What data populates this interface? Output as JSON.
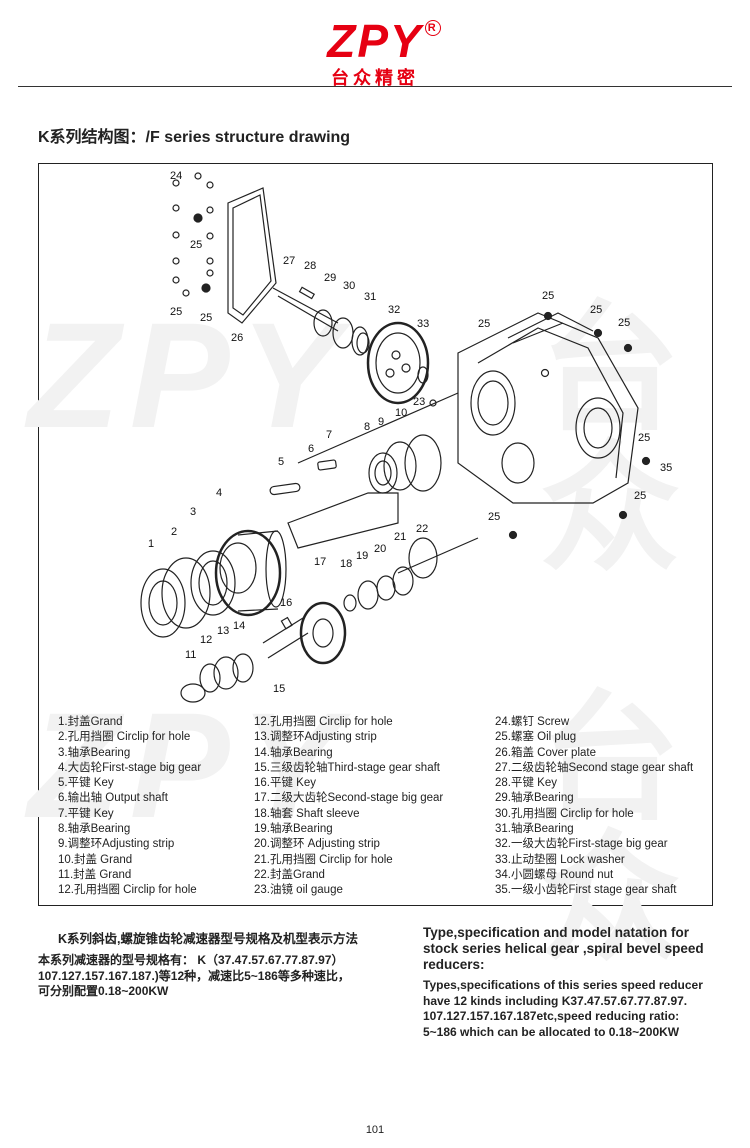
{
  "logo": {
    "brand": "ZPY",
    "registered": "R",
    "brand_cn": "台众精密"
  },
  "watermark": {
    "text": "ZPY",
    "cn": "台众",
    "reg": "R"
  },
  "section_title": "K系列结构图：/F series structure drawing",
  "diagram": {
    "callouts": [
      "1",
      "2",
      "3",
      "4",
      "5",
      "6",
      "7",
      "8",
      "9",
      "10",
      "11",
      "12",
      "13",
      "14",
      "15",
      "16",
      "17",
      "18",
      "19",
      "20",
      "21",
      "22",
      "23",
      "24",
      "25",
      "26",
      "27",
      "28",
      "29",
      "30",
      "31",
      "32",
      "33",
      "35"
    ]
  },
  "legend": {
    "col1": [
      "1.封盖Grand",
      "2.孔用挡圈 Circlip for hole",
      "3.轴承Bearing",
      "4.大齿轮First-stage big gear",
      "5.平键 Key",
      "6.输出轴 Output shaft",
      "7.平键 Key",
      "8.轴承Bearing",
      "9.调整环Adjusting strip",
      "10.封盖 Grand",
      "11.封盖 Grand",
      "12.孔用挡圈 Circlip for hole"
    ],
    "col2": [
      "12.孔用挡圈 Circlip for hole",
      "13.调整环Adjusting strip",
      "14.轴承Bearing",
      "15.三级齿轮轴Third-stage gear shaft",
      "16.平键 Key",
      "17.二级大齿轮Second-stage big gear",
      "18.轴套 Shaft sleeve",
      "19.轴承Bearing",
      "20.调整环 Adjusting strip",
      "21.孔用挡圈 Circlip for hole",
      "22.封盖Grand",
      "23.油镜 oil gauge"
    ],
    "col3": [
      "24.螺钉 Screw",
      "25.螺塞 Oil plug",
      "26.箱盖 Cover plate",
      "27.二级齿轮轴Second stage gear shaft",
      "28.平键 Key",
      "29.轴承Bearing",
      "30.孔用挡圈 Circlip for hole",
      "31.轴承Bearing",
      "32.一级大齿轮First-stage big gear",
      "33.止动垫圈 Lock washer",
      "34.小圆螺母 Round nut",
      "35.一级小齿轮First stage gear shaft"
    ]
  },
  "spec_cn": {
    "title": "K系列斜齿,螺旋锥齿轮减速器型号规格及机型表示方法",
    "lines": [
      "本系列减速器的型号规格有：   K（37.47.57.67.77.87.97）",
      "107.127.157.167.187.)等12种，减速比5~186等多种速比，",
      "可分别配置0.18~200KW"
    ]
  },
  "spec_en": {
    "title_lines": [
      "Type,specification and model natation for",
      "stock series  helical gear ,spiral bevel speed",
      " reducers:"
    ],
    "lines": [
      "Types,specifications of this series speed reducer",
      " have 12 kinds including   K37.47.57.67.77.87.97.",
      "107.127.157.167.187etc,speed reducing ratio:",
      "5~186 which can be allocated to 0.18~200KW"
    ]
  },
  "page_number": "101",
  "colors": {
    "brand_red": "#e60012",
    "watermark": "#f2f2f2",
    "line": "#222222"
  }
}
